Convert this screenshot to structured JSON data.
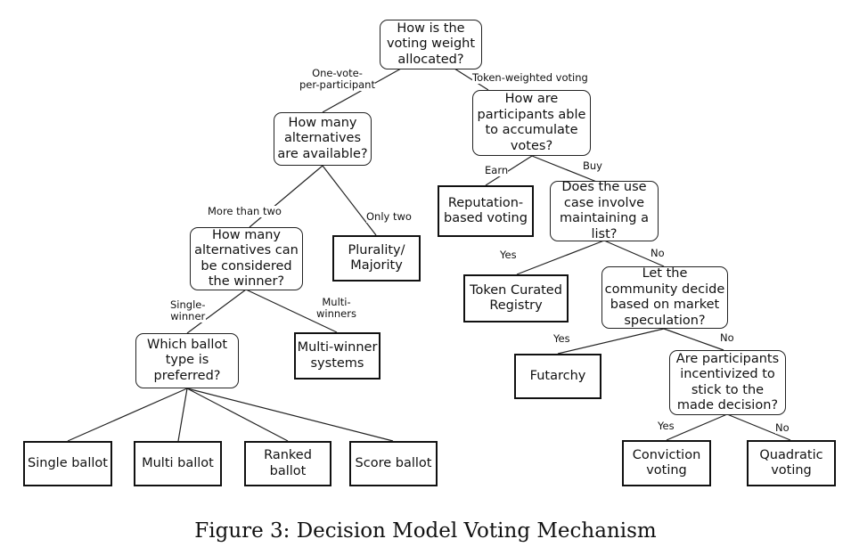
{
  "nodes": {
    "q_weight": "How is the\nvoting weight\nallocated?",
    "q_alternatives": "How many\nalternatives\nare available?",
    "q_accumulate": "How are\nparticipants able\nto accumulate\nvotes?",
    "leaf_reputation": "Reputation-\nbased voting",
    "q_list": "Does the use\ncase involve\nmaintaining a\nlist?",
    "q_winner": "How many\nalternatives can\nbe considered\nthe winner?",
    "leaf_plurality": "Plurality/\nMajority",
    "leaf_tcr": "Token Curated\nRegistry",
    "q_speculation": "Let the\ncommunity decide\nbased on market\nspeculation?",
    "q_ballot": "Which ballot\ntype is\npreferred?",
    "leaf_multiwinner": "Multi-winner\nsystems",
    "leaf_futarchy": "Futarchy",
    "q_stick": "Are participants\nincentivized to\nstick to the\nmade decision?",
    "leaf_single": "Single ballot",
    "leaf_multi": "Multi ballot",
    "leaf_ranked": "Ranked\nballot",
    "leaf_score": "Score ballot",
    "leaf_conviction": "Conviction\nvoting",
    "leaf_quadratic": "Quadratic\nvoting"
  },
  "edge_labels": {
    "one_vote": "One-vote-\nper-participant",
    "token_weighted": "Token-weighted voting",
    "earn": "Earn",
    "buy": "Buy",
    "more_than_two": "More than two",
    "only_two": "Only two",
    "yes_list": "Yes",
    "no_list": "No",
    "single_winner": "Single-\nwinner",
    "multi_winners": "Multi-\nwinners",
    "yes_spec": "Yes",
    "no_spec": "No",
    "yes_stick": "Yes",
    "no_stick": "No"
  },
  "caption": "Figure 3: Decision Model Voting Mechanism"
}
